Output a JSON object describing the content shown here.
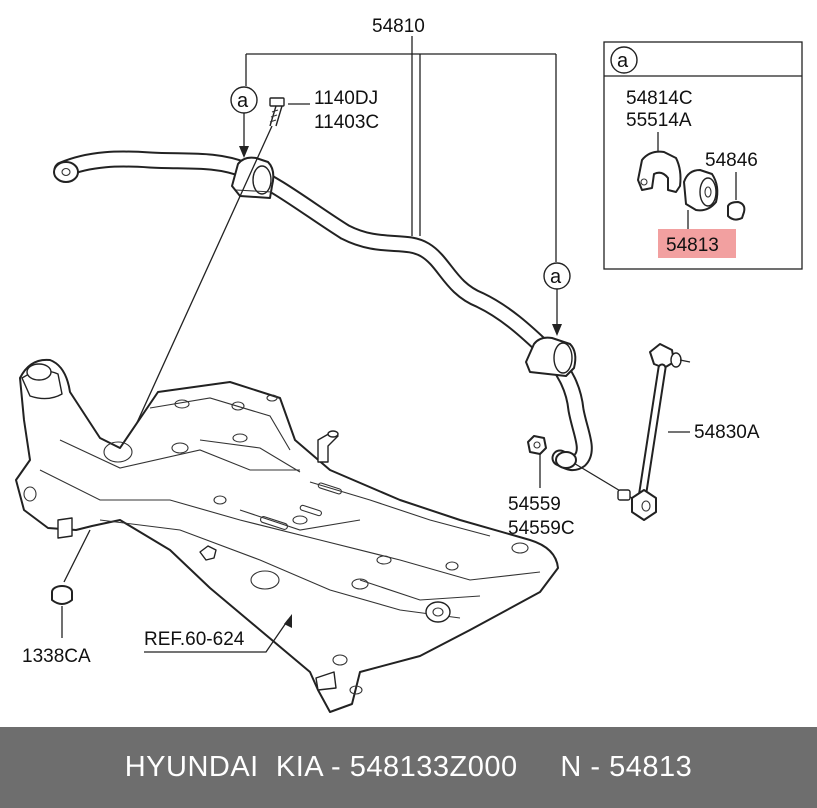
{
  "labels": {
    "bar_assembly": "54810",
    "bolt_a": "1140DJ",
    "bolt_b": "11403C",
    "link": "54830A",
    "nut_a": "54559",
    "nut_b": "54559C",
    "subframe_nut": "1338CA",
    "reference": "REF.60-624"
  },
  "detail_a": {
    "callout": "a",
    "bracket_a": "54814C",
    "bracket_b": "55514A",
    "bushing_cap": "54846",
    "bushing": "54813"
  },
  "callouts": {
    "left": "a",
    "right": "a"
  },
  "colors": {
    "highlight": "#f2a0a0",
    "footer_bg": "#6e6e6e",
    "footer_text": "#ffffff"
  },
  "footer": {
    "text": "HYUNDAI  KIA - 548133Z000     N - 54813"
  }
}
